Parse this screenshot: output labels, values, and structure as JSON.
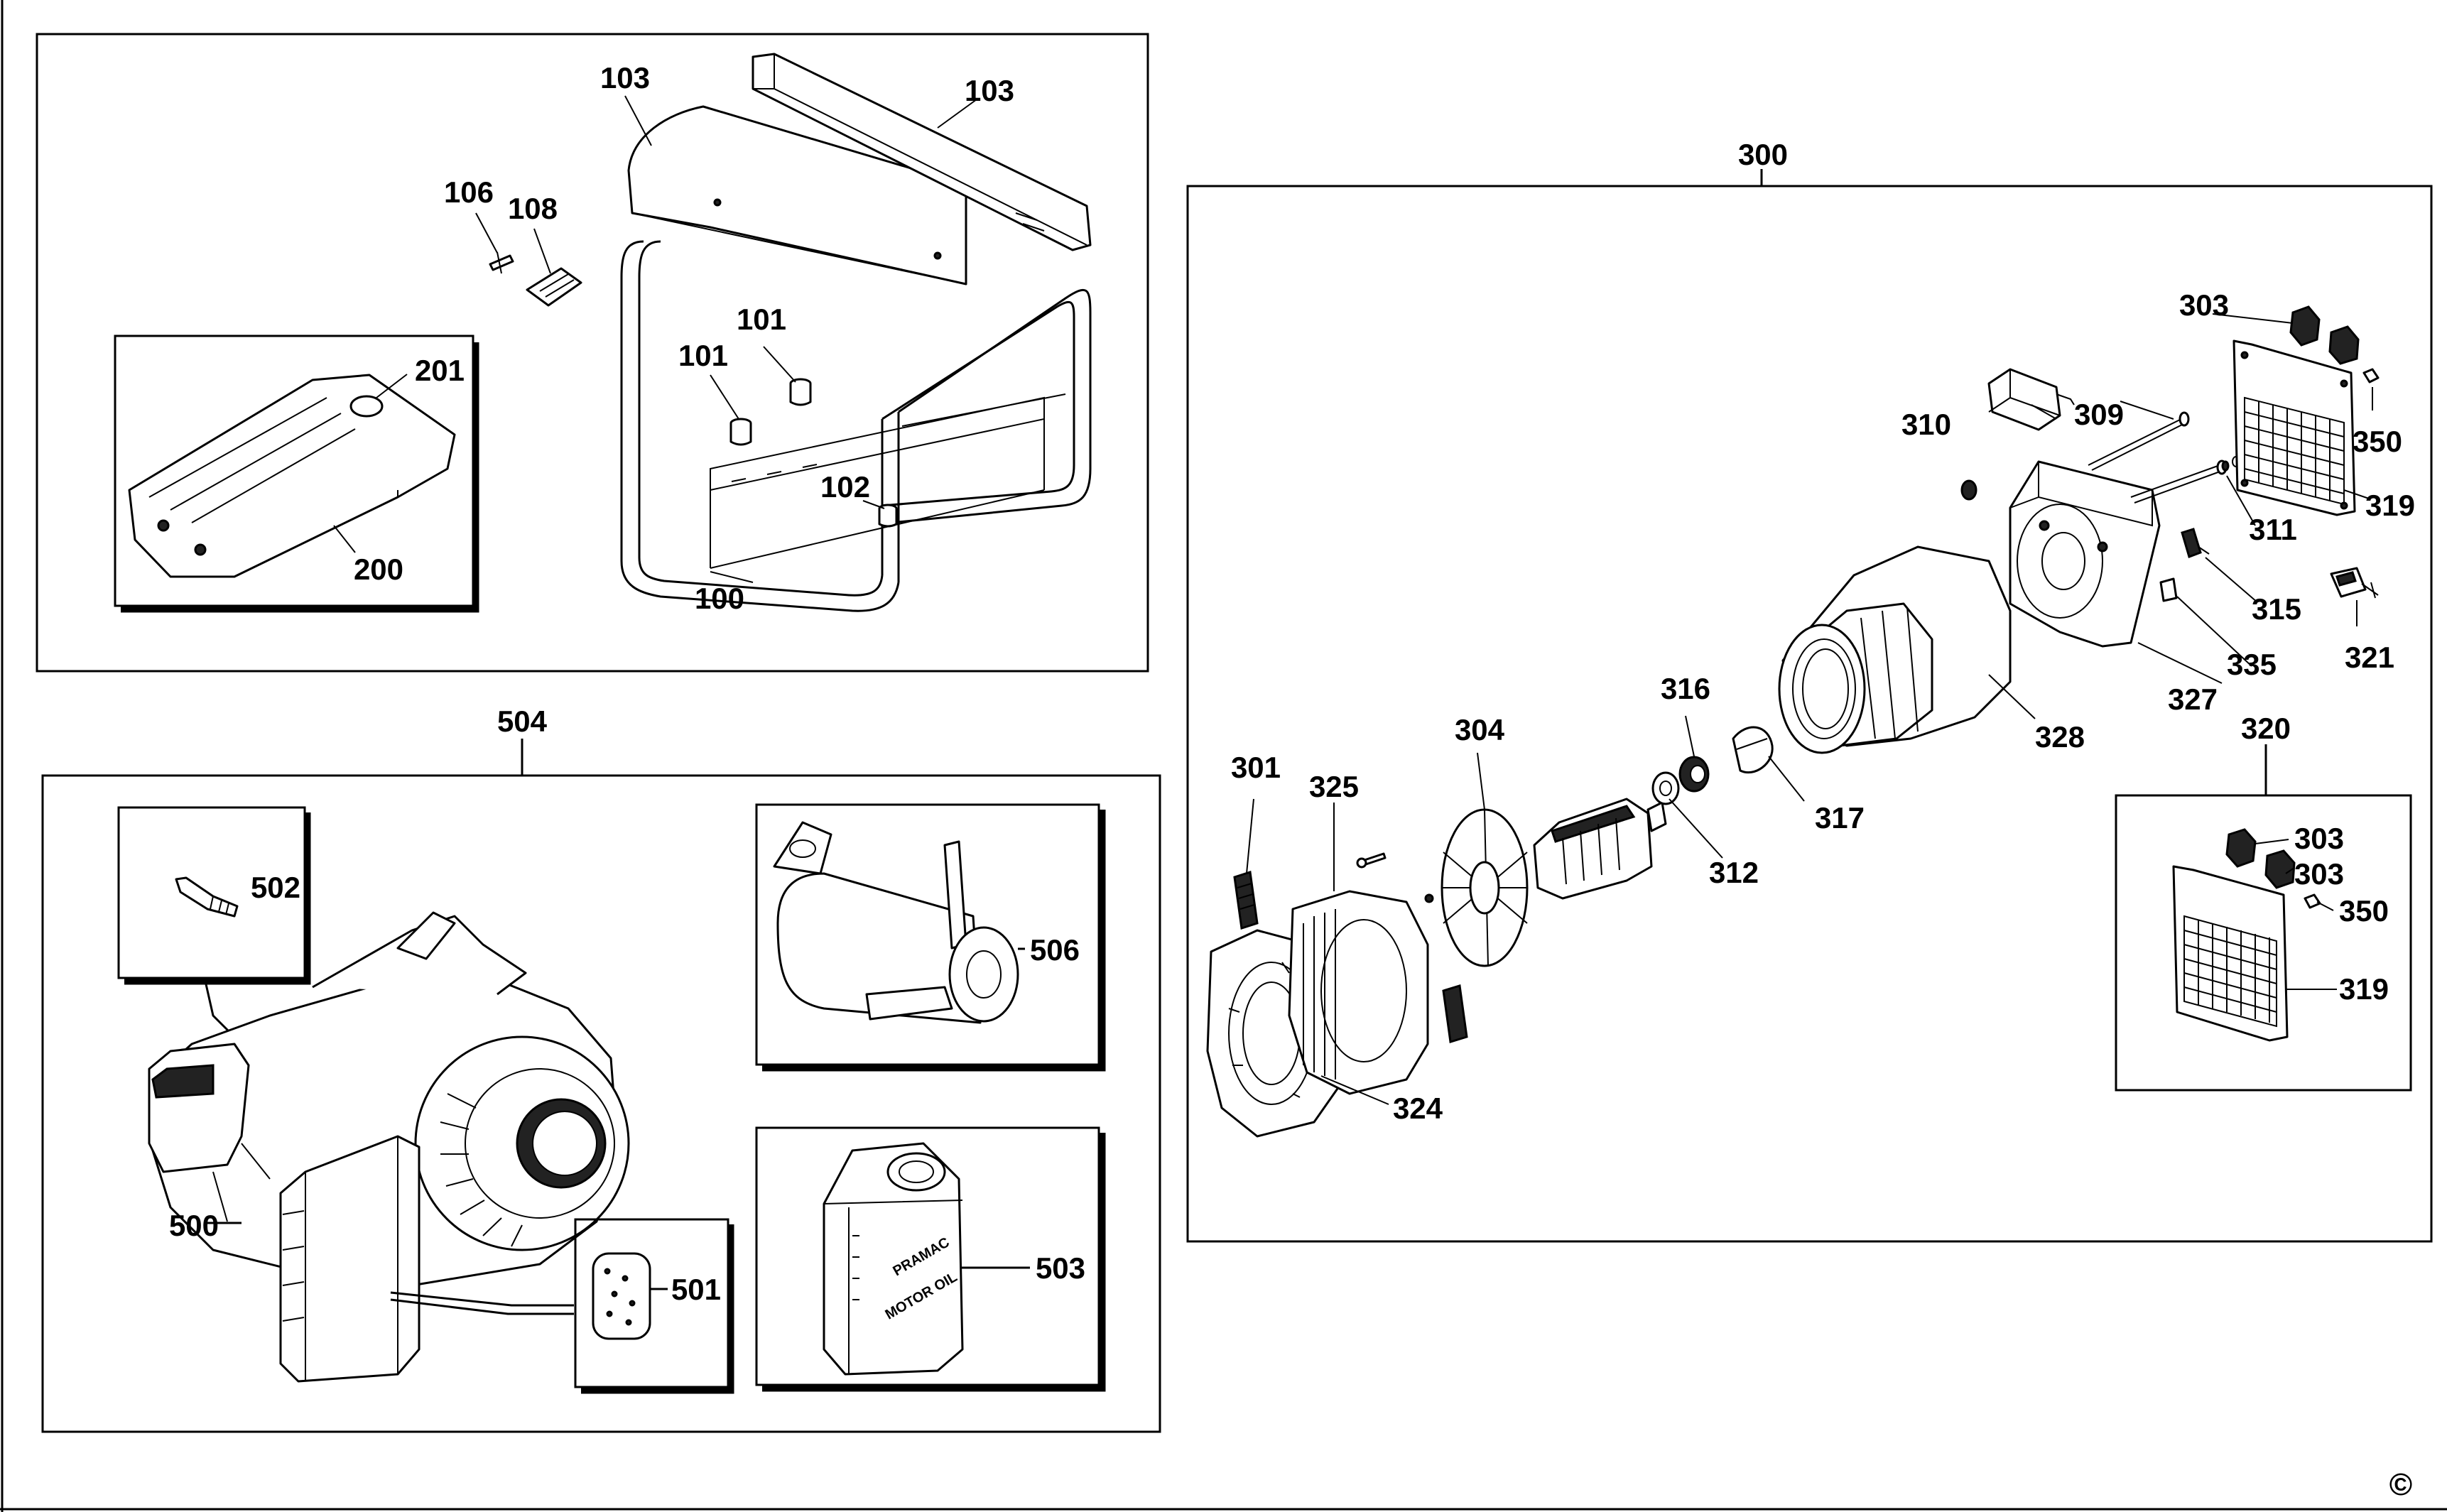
{
  "diagram": {
    "labels": {
      "l100": "100",
      "l101a": "101",
      "l101b": "101",
      "l102": "102",
      "l103a": "103",
      "l103b": "103",
      "l106": "106",
      "l108": "108",
      "l200": "200",
      "l201": "201",
      "l300": "300",
      "l301": "301",
      "l303a": "303",
      "l303b": "303",
      "l303c": "303",
      "l304": "304",
      "l309": "309",
      "l310": "310",
      "l311": "311",
      "l312": "312",
      "l315": "315",
      "l316": "316",
      "l317": "317",
      "l319a": "319",
      "l319b": "319",
      "l320": "320",
      "l321": "321",
      "l324": "324",
      "l325": "325",
      "l327": "327",
      "l328": "328",
      "l335": "335",
      "l350a": "350",
      "l350b": "350",
      "l500": "500",
      "l501": "501",
      "l502": "502",
      "l503": "503",
      "l504": "504",
      "l506": "506"
    },
    "oil_can_text_1": "PRAMAC",
    "oil_can_text_2": "MOTOR OIL",
    "copyright": "©"
  }
}
